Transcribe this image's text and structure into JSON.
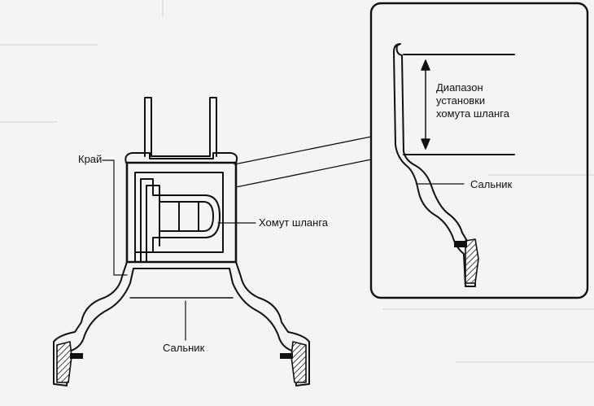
{
  "diagram": {
    "labels": {
      "edge": "Край",
      "hose_clamp": "Хомут шланга",
      "seal_main": "Сальник",
      "seal_detail": "Сальник",
      "clamp_range": "Диапазон\nустановки\nхомута шланга"
    },
    "colors": {
      "ink": "#111111",
      "paper": "#f4f4f2",
      "bleed": "#c9c9c9"
    }
  }
}
